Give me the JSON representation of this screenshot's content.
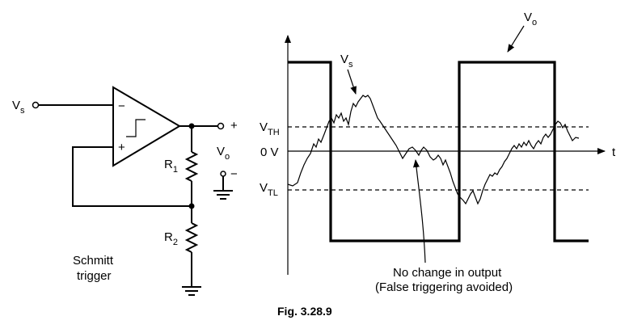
{
  "circuit": {
    "input_label": "V",
    "input_sub": "s",
    "minus_sign": "−",
    "plus_sign": "+",
    "r1_label": "R",
    "r1_sub": "1",
    "r2_label": "R",
    "r2_sub": "2",
    "out_plus": "+",
    "out_minus": "−",
    "out_label": "V",
    "out_sub": "o",
    "caption_line1": "Schmitt",
    "caption_line2": "trigger"
  },
  "graph": {
    "vo_label": "V",
    "vo_sub": "o",
    "vs_label": "V",
    "vs_sub": "s",
    "vth_label": "V",
    "vth_sub": "TH",
    "zero_label": "0 V",
    "vtl_label": "V",
    "vtl_sub": "TL",
    "t_label": "t",
    "note_line1": "No change in output",
    "note_line2": "(False triggering avoided)"
  },
  "figure_caption": "Fig. 3.28.9"
}
